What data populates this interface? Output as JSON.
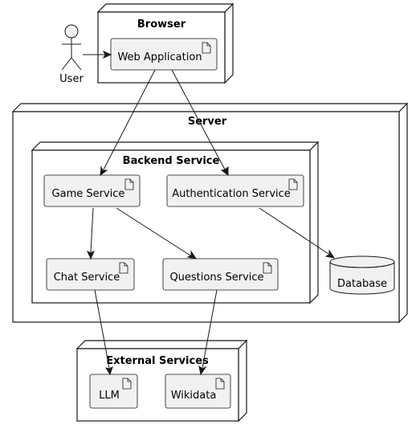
{
  "nodes": {
    "browser": "Browser",
    "server": "Server",
    "backend": "Backend Service",
    "external": "External Services"
  },
  "actor": {
    "user": "User"
  },
  "artifacts": {
    "web_app": "Web Application",
    "game": "Game Service",
    "auth": "Authentication Service",
    "chat": "Chat Service",
    "questions": "Questions Service",
    "llm": "LLM",
    "wikidata": "Wikidata"
  },
  "database": "Database"
}
